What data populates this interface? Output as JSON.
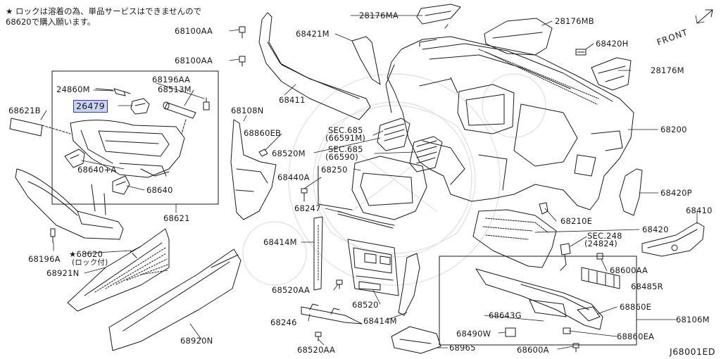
{
  "notice": {
    "line1": "★ ロックは溶着の為、単品サービスはできませんので",
    "line2": "68620で購入願います。"
  },
  "front_label": "FRONT",
  "diagram_code": "J68001ED",
  "highlight_color": "#c9d3f4",
  "labels": {
    "l68100AA_1": "68100AA",
    "l68100AA_2": "68100AA",
    "l28176MA": "28176MA",
    "l28176MB": "28176MB",
    "l68421M": "68421M",
    "l68420H": "68420H",
    "l28176M": "28176M",
    "l24860M": "24860M",
    "l68196AA": "68196AA",
    "l68513M": "68513M",
    "l26479": "26479",
    "l68621B": "68621B",
    "l68411": "68411",
    "l68108N": "68108N",
    "l68860EB": "68860EB",
    "l68520M": "68520M",
    "lsec685a": "SEC.685",
    "lsec685a2": "(66591M)",
    "lsec685b": "SEC.685",
    "lsec685b2": "(66590)",
    "l68250": "68250",
    "l68200": "68200",
    "l68640A": "68640+A",
    "l68640": "68640",
    "l68440A": "68440A",
    "l68420P": "68420P",
    "l68247": "68247",
    "l68210E": "68210E",
    "l68410": "68410",
    "l68621": "68621",
    "l68420": "68420",
    "lsec248": "SEC.248",
    "lsec248b": "(24824)",
    "l68414M_1": "68414M",
    "l68196A": "68196A",
    "l68620": "★68620",
    "l68620b": "(ロック付)",
    "l68600AA": "68600AA",
    "l68921N": "68921N",
    "l68485R": "68485R",
    "l68520AA_1": "68520AA",
    "l68860E": "68860E",
    "l68520": "68520",
    "l68106M": "68106M",
    "l68246": "68246",
    "l68414M_2": "68414M",
    "l68643G": "68643G",
    "l68490W": "68490W",
    "l68860EA": "68860EA",
    "l68920N": "68920N",
    "l68965": "68965",
    "l68600A": "68600A",
    "l68520AA_2": "68520AA"
  }
}
